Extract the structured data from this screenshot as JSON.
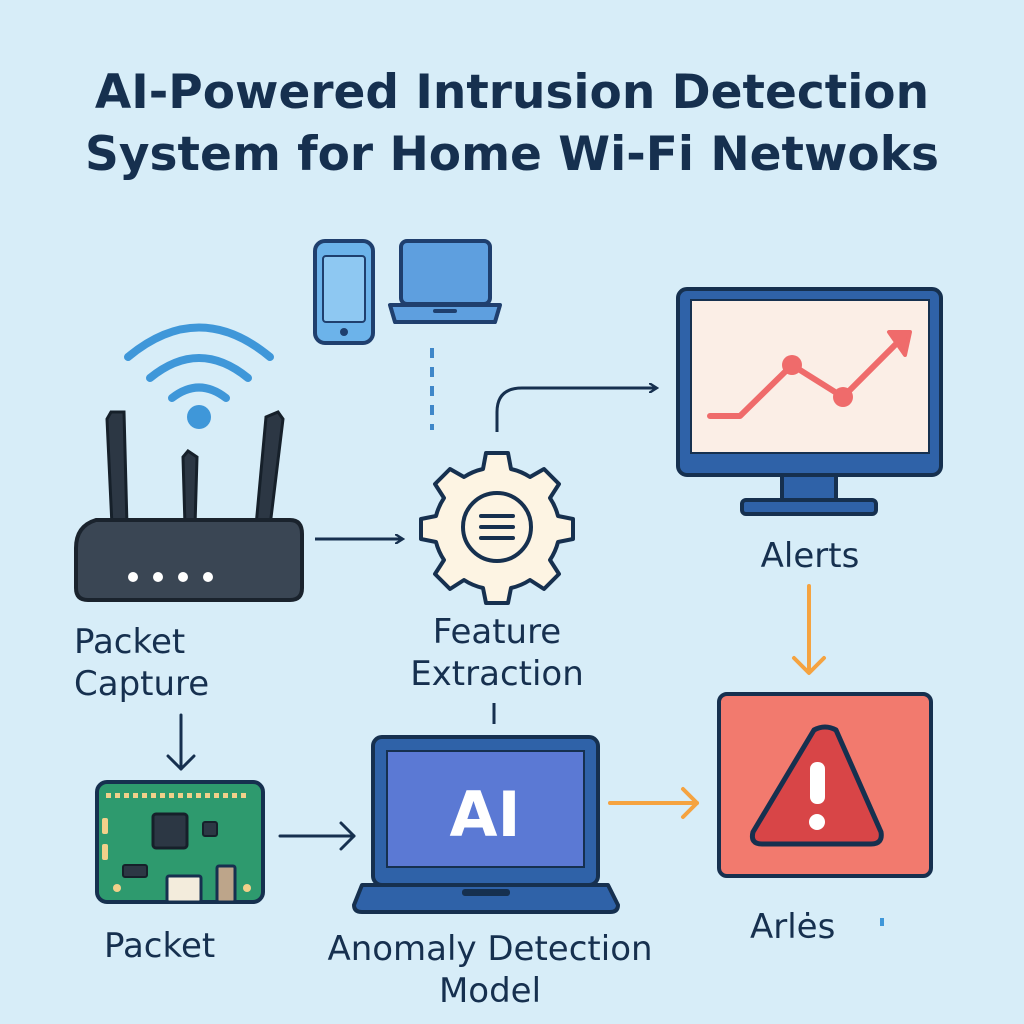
{
  "title": {
    "line1": "AI-Powered Intrusion Detection",
    "line2": "System for Home Wi-Fi Netwoks"
  },
  "nodes": {
    "router": {
      "label_line1": "Packet",
      "label_line2": "Capture",
      "icon": "wifi-router-icon"
    },
    "board": {
      "label": "Packet",
      "icon": "circuit-board-icon"
    },
    "feature": {
      "label_line1": "Feature",
      "label_line2": "Extraction",
      "icon": "gear-icon"
    },
    "model": {
      "label_line1": "Anomaly Detection",
      "label_line2": "Model",
      "icon": "laptop-icon",
      "screen_text": "AI"
    },
    "monitor": {
      "label": "Alerts",
      "icon": "monitor-chart-icon"
    },
    "warning": {
      "label": "Arlės",
      "icon": "warning-icon"
    },
    "devices": {
      "icons": [
        "smartphone-icon",
        "laptop-icon"
      ]
    }
  },
  "colors": {
    "background": "#d7edf8",
    "navy": "#16304f",
    "blue": "#2f62a8",
    "ai_screen": "#5b79d4",
    "chart_line": "#ef6b6b",
    "alert_box": "#f27a6e",
    "orange_arrow": "#f5a340",
    "wifi": "#3f97d9",
    "pcb": "#2e9a6e"
  }
}
